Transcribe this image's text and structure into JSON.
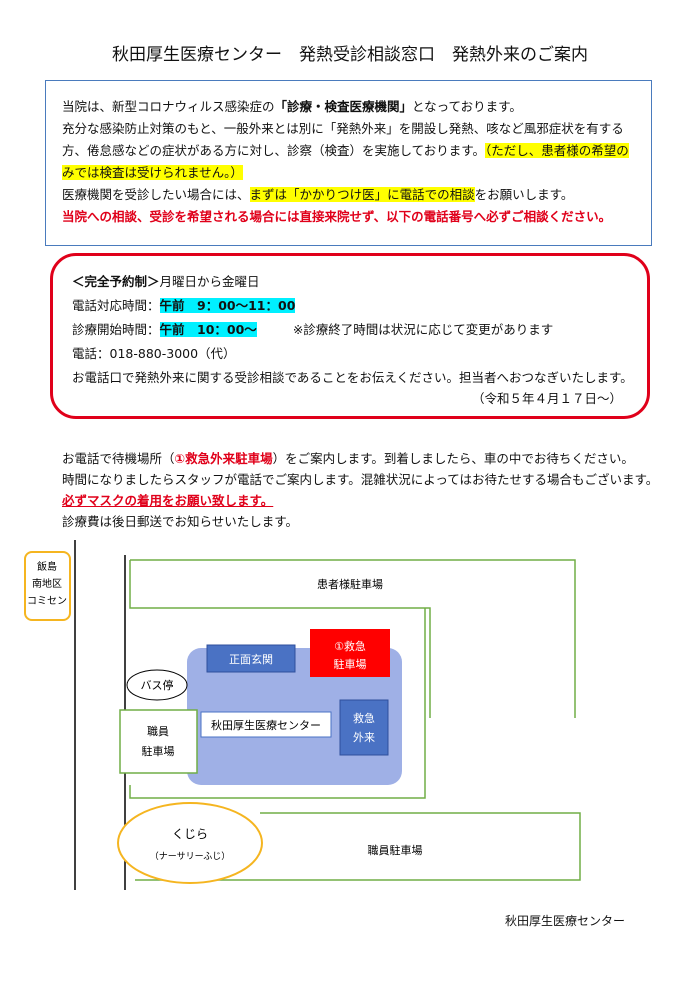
{
  "title": "秋田厚生医療センター　発熱受診相談窓口　発熱外来のご案内",
  "info": {
    "l1_a": "当院は、新型コロナウィルス感染症の",
    "l1_b": "「診療・検査医療機関」",
    "l1_c": "となっております。",
    "l2": "充分な感染防止対策のもと、一般外来とは別に「発熱外来」を開設し発熱、咳など風邪症状を有する",
    "l3_a": "方、倦怠感などの症状がある方に対し、診察（検査）を実施しております。",
    "l3_b": "（ただし、患者様の希望の",
    "l4": "みでは検査は受けられません。）",
    "l5_a": "医療機関を受診したい場合には、",
    "l5_b": "まずは「かかりつけ医」に電話での相談",
    "l5_c": "をお願いします。",
    "l6": "当院への相談、受診を希望される場合には直接来院せず、以下の電話番号へ必ずご相談ください。"
  },
  "schedule": {
    "heading": "＜完全予約制＞",
    "days": "月曜日から金曜日",
    "phone_hours_label": "電話対応時間：",
    "phone_hours": "午前　9：00～11：00",
    "clinic_label": "診療開始時間：",
    "clinic_time": "午前　10：00～",
    "clinic_note": "※診療終了時間は状況に応じて変更があります",
    "phone": "電話：018-880-3000（代）",
    "instruction": "お電話口で発熱外来に関する受診相談であることをお伝えください。担当者へおつなぎいたします。",
    "date": "（令和５年４月１７日～）"
  },
  "waiting": {
    "l1_a": "お電話で待機場所（",
    "l1_b": "①救急外来駐車場",
    "l1_c": "）をご案内します。到着しましたら、車の中でお待ちください。",
    "l2": "時間になりましたらスタッフが電話でご案内します。混雑状況によってはお待たせする場合もございます。",
    "l3": "必ずマスクの着用をお願い致します。",
    "l4": "診療費は後日郵送でお知らせいたします。"
  },
  "map": {
    "community_center": [
      "飯島",
      "南地区",
      "コミセン"
    ],
    "patient_parking": "患者様駐車場",
    "main_entrance": "正面玄関",
    "er_parking": [
      "①救急",
      "駐車場"
    ],
    "bus_stop": "バス停",
    "staff_parking_small": [
      "職員",
      "駐車場"
    ],
    "hospital_name": "秋田厚生医療センター",
    "er": [
      "救急",
      "外来"
    ],
    "kujira": "くじら",
    "kujira_sub": "（ナーサリーふじ）",
    "staff_parking_large": "職員駐車場"
  },
  "footer": "秋田厚生医療センター",
  "colors": {
    "red": "#e0001a",
    "yellow": "#ffff00",
    "cyan": "#00f0ff",
    "blue_border": "#4a7bbd",
    "building": "#9fb0e6",
    "map_box": "#4a72c4",
    "green": "#70ad47",
    "orange": "#f5b520"
  }
}
